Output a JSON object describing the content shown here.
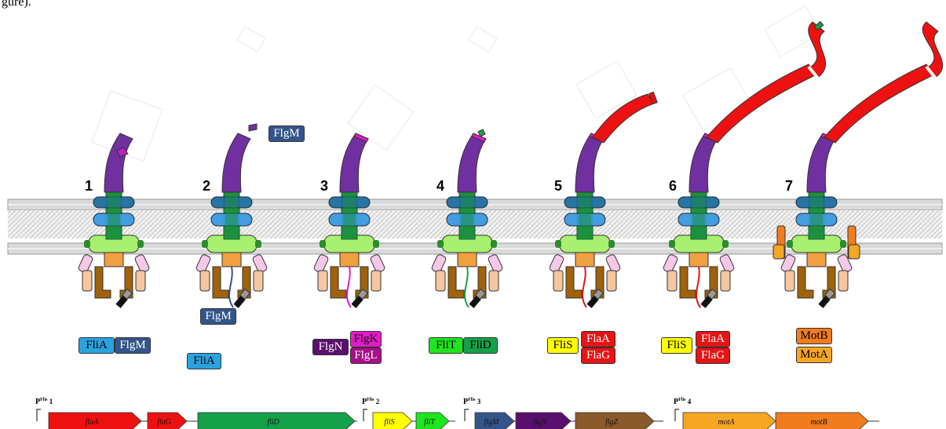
{
  "stage_numbers": [
    "1",
    "2",
    "3",
    "4",
    "5",
    "6",
    "7"
  ],
  "stages": [
    {
      "number": "1",
      "labels": [
        {
          "text": "FliA",
          "color": "#29a3e0"
        },
        {
          "text": "FlgM",
          "color": "#34558b"
        }
      ]
    },
    {
      "number": "2",
      "labels": [
        {
          "text": "FlgM",
          "color": "#34558b"
        },
        {
          "text": "FlgM",
          "color": "#34558b"
        },
        {
          "text": "FliA",
          "color": "#29a3e0"
        }
      ]
    },
    {
      "number": "3",
      "labels": [
        {
          "text": "FlgN",
          "color": "#5a0f6e"
        },
        {
          "text": "FlgK",
          "color": "#e619c8"
        },
        {
          "text": "FlgL",
          "color": "#a80f8a"
        }
      ]
    },
    {
      "number": "4",
      "labels": [
        {
          "text": "FliT",
          "color": "#1ee61e"
        },
        {
          "text": "FliD",
          "color": "#15a04a"
        }
      ]
    },
    {
      "number": "5",
      "labels": [
        {
          "text": "FliS",
          "color": "#ffff00"
        },
        {
          "text": "FlaA",
          "color": "#e61414"
        },
        {
          "text": "FlaG",
          "color": "#e61414"
        }
      ]
    },
    {
      "number": "6",
      "labels": [
        {
          "text": "FliS",
          "color": "#ffff00"
        },
        {
          "text": "FlaA",
          "color": "#e61414"
        },
        {
          "text": "FlaG",
          "color": "#e61414"
        }
      ]
    },
    {
      "number": "7",
      "labels": [
        {
          "text": "MotB",
          "color": "#f07c1e"
        },
        {
          "text": "MotA",
          "color": "#f5a623"
        }
      ]
    }
  ],
  "operons": [
    {
      "promoter": "P",
      "sup": "Flis",
      "index": "1",
      "genes": [
        "flaA",
        "flaG",
        "fliD"
      ]
    },
    {
      "promoter": "P",
      "sup": "Flis",
      "index": "2",
      "genes": [
        "fliS",
        "fliT"
      ]
    },
    {
      "promoter": "P",
      "sup": "Flis",
      "index": "3",
      "genes": [
        "flgM",
        "flgN",
        "flgZ"
      ]
    },
    {
      "promoter": "P",
      "sup": "Flis",
      "index": "4",
      "genes": [
        "motA",
        "motB"
      ]
    }
  ],
  "colors": {
    "hook": "#7030a0",
    "filament": "#ee1111",
    "membrane": "#d9d9d9",
    "ring_dark": "#1f6fa0",
    "ring_light": "#3a9be0",
    "rod": "#1e9040",
    "msring": "#a8f070",
    "export": "#f0a040",
    "fli": "#f5c8e8",
    "fliG": "#f5c6a0",
    "flhA": "#a0620a"
  },
  "top_text": "gure)."
}
